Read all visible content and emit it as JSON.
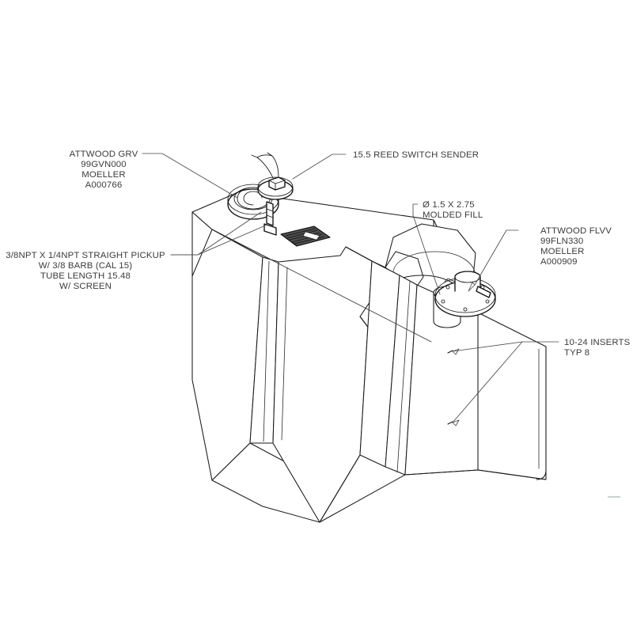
{
  "drawing": {
    "title": "Fuel Tank Isometric Assembly Drawing",
    "background_color": "#ffffff",
    "line_color": "#1a1a1a",
    "text_color": "#3b3b3b",
    "leader_color": "#4a4a4a"
  },
  "annotations": {
    "grv": {
      "name": "attwood-grv-callout",
      "lines": [
        "ATTWOOD GRV",
        "99GVN000",
        "MOELLER",
        "A000766"
      ],
      "align": "center"
    },
    "pickup": {
      "name": "straight-pickup-callout",
      "lines": [
        "3/8NPT X 1/4NPT STRAIGHT PICKUP",
        "W/ 3/8 BARB (CAL 15)",
        "TUBE LENGTH 15.48",
        "W/ SCREEN"
      ],
      "align": "center"
    },
    "sender": {
      "name": "reed-switch-sender-callout",
      "lines": [
        "15.5 REED SWITCH SENDER"
      ],
      "align": "start"
    },
    "molded_fill": {
      "name": "molded-fill-callout",
      "lines": [
        "Ø 1.5 X 2.75",
        "MOLDED FILL"
      ],
      "align": "start"
    },
    "flvv": {
      "name": "attwood-flvv-callout",
      "lines": [
        "ATTWOOD FLVV",
        "99FLN330",
        "MOELLER",
        "A000909"
      ],
      "align": "start"
    },
    "inserts": {
      "name": "inserts-callout",
      "lines": [
        "10-24 INSERTS",
        "TYP 8"
      ],
      "align": "start"
    }
  },
  "components": {
    "tank_body": "molded-fuel-tank-body",
    "grv_valve": "grv-vent-valve-fitting",
    "pickup_tube": "pickup-tube-fitting",
    "reed_sender": "reed-switch-sender-fitting",
    "fill_neck": "molded-fill-neck",
    "flvv_flange": "flvv-flange-fitting",
    "label_decal": "tank-label-decal",
    "insert_1": "threaded-insert-upper",
    "insert_2": "threaded-insert-lower"
  }
}
